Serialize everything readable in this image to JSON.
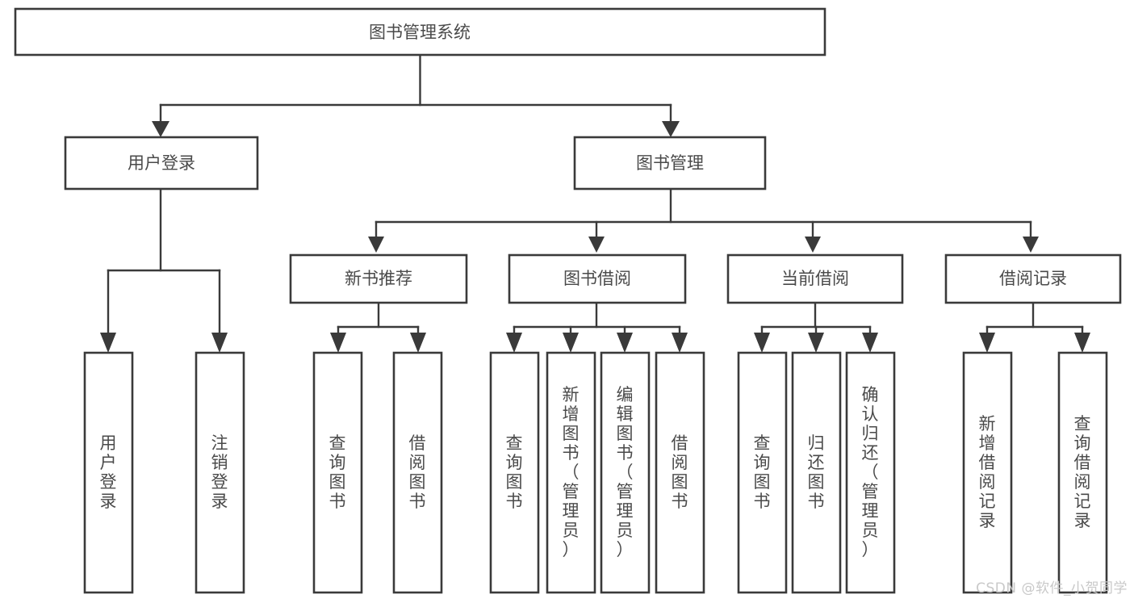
{
  "diagram": {
    "type": "tree-hierarchy-chart",
    "title": "图书管理系统",
    "colors": {
      "box_stroke": "#3a3a3a",
      "box_fill": "#ffffff",
      "connector": "#3a3a3a",
      "label_text": "#4a4a4a",
      "background": "#ffffff",
      "watermark": "#c9c9c9"
    },
    "root": {
      "label": "图书管理系统"
    },
    "level2": [
      {
        "label": "用户登录"
      },
      {
        "label": "图书管理"
      }
    ],
    "level3": [
      {
        "label": "新书推荐"
      },
      {
        "label": "图书借阅"
      },
      {
        "label": "当前借阅"
      },
      {
        "label": "借阅记录"
      }
    ],
    "leaves": {
      "user_login": [
        {
          "label": "用户登录"
        },
        {
          "label": "注销登录"
        }
      ],
      "new_book_recommend": [
        {
          "label": "查询图书"
        },
        {
          "label": "借阅图书"
        }
      ],
      "book_borrow": [
        {
          "label": "查询图书"
        },
        {
          "label": "新增图书（管理员）"
        },
        {
          "label": "编辑图书（管理员）"
        },
        {
          "label": "借阅图书"
        }
      ],
      "current_borrow": [
        {
          "label": "查询图书"
        },
        {
          "label": "归还图书"
        },
        {
          "label": "确认归还（管理员）"
        }
      ],
      "borrow_record": [
        {
          "label": "新增借阅记录"
        },
        {
          "label": "查询借阅记录"
        }
      ]
    }
  },
  "watermark": {
    "text": "CSDN @软件_小贺同学"
  }
}
